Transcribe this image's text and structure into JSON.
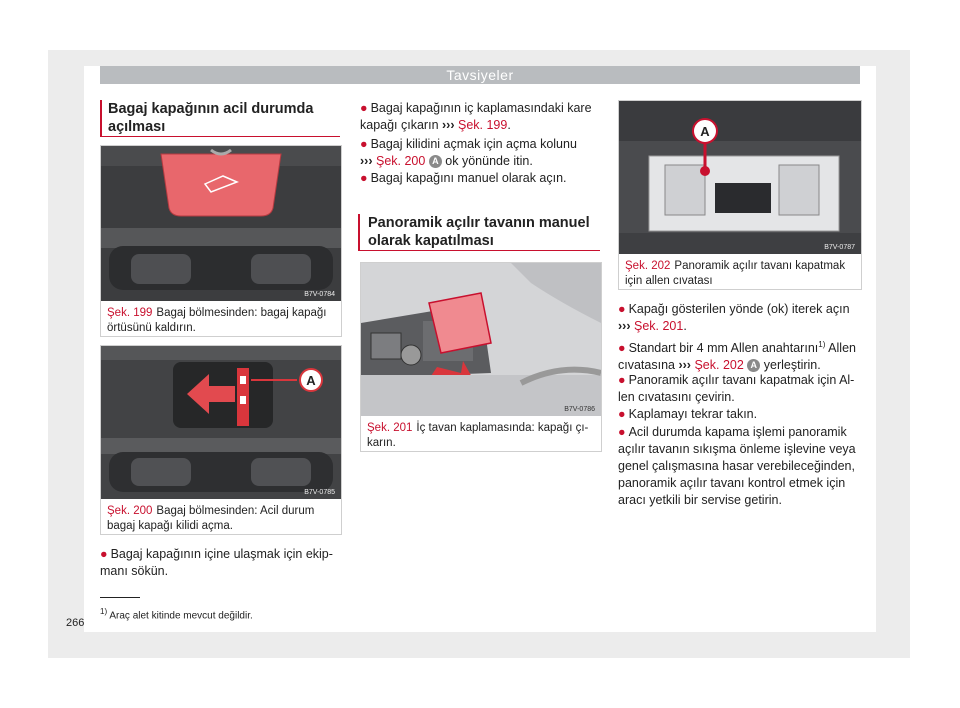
{
  "header": {
    "title": "Tavsiyeler"
  },
  "col1": {
    "heading_line1": "Bagaj kapağının acil durumda",
    "heading_line2": "açılması",
    "fig199": {
      "code": "B7V-0784",
      "ref": "Şek. 199",
      "cap1": "Bagaj bölmesinden: bagaj kapağı",
      "cap2": "örtüsünü kaldırın."
    },
    "fig200": {
      "code": "B7V-0785",
      "ref": "Şek. 200",
      "cap1": "Bagaj bölmesinden: Acil durum",
      "cap2": "bagaj kapağı kilidi açma.",
      "label": "A"
    },
    "step1_line1": "Bagaj kapağının içine ulaşmak için ekip-",
    "step1_line2": "manı sökün."
  },
  "col2": {
    "b1_line1": "Bagaj kapağının iç kaplamasındaki kare",
    "b1_line2_pre": "kapağı çıkarın",
    "b1_ref": "Şek. 199",
    "b2_line1": "Bagaj kilidini açmak için açma kolunu",
    "b2_ref": "Şek. 200",
    "b2_label": "A",
    "b2_post": "ok yönünde itin.",
    "b3": "Bagaj kapağını manuel olarak açın.",
    "heading_line1": "Panoramik açılır tavanın manuel",
    "heading_line2": "olarak kapatılması",
    "fig201": {
      "code": "B7V-0786",
      "ref": "Şek. 201",
      "cap1": "İç tavan kaplamasında: kapağı çı-",
      "cap2": "karın."
    }
  },
  "col3": {
    "fig202": {
      "code": "B7V-0787",
      "ref": "Şek. 202",
      "cap1": "Panoramik açılır tavanı kapatmak",
      "cap2": "için allen cıvatası",
      "label": "A"
    },
    "c1_line1": "Kapağı gösterilen yönde (ok) iterek açın",
    "c1_ref": "Şek. 201",
    "c2_line1_pre": "Standart bir 4 mm Allen anahtarını",
    "c2_sup": "1)",
    "c2_line1_post": "Allen",
    "c2_line2_pre": "cıvatasına",
    "c2_ref": "Şek. 202",
    "c2_label": "A",
    "c2_post": "yerleştirin.",
    "c3_line1": "Panoramik açılır tavanı kapatmak için Al-",
    "c3_line2": "len cıvatasını çevirin.",
    "c4": "Kaplamayı tekrar takın.",
    "c5_line1": "Acil durumda kapama işlemi panoramik",
    "c5_line2": "açılır tavanın sıkışma önleme işlevine veya",
    "c5_line3": "genel çalışmasına hasar verebileceğinden,",
    "c5_line4": "panoramik açılır tavanı kontrol etmek için",
    "c5_line5": "aracı yetkili bir servise getirin."
  },
  "footnote": {
    "sup": "1)",
    "text": "Araç alet kitinde mevcut değildir."
  },
  "page_number": "266",
  "symbols": {
    "arrow": "›››",
    "bullet": "●"
  }
}
